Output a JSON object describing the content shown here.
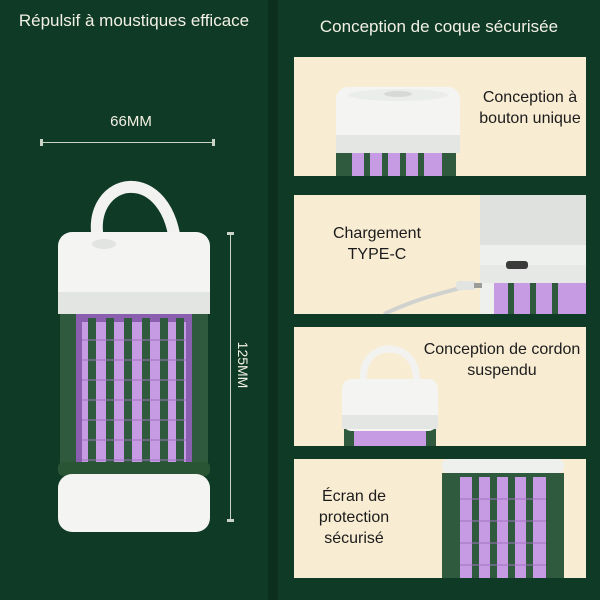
{
  "left": {
    "title": "Répulsif à moustiques efficace",
    "width_label": "66MM",
    "height_label": "125MM"
  },
  "right": {
    "title": "Conception de coque sécurisée",
    "cards": [
      {
        "text": "Conception à bouton unique"
      },
      {
        "text": "Chargement TYPE-C"
      },
      {
        "text": "Conception de cordon suspendu"
      },
      {
        "text": "Écran de protection sécurisé"
      }
    ]
  },
  "colors": {
    "background": "#0f3a26",
    "card": "#f8ecd2",
    "lamp_body": "#f4f5f3",
    "grille": "#2f5a3d",
    "uv_light": "#b98ad6"
  }
}
